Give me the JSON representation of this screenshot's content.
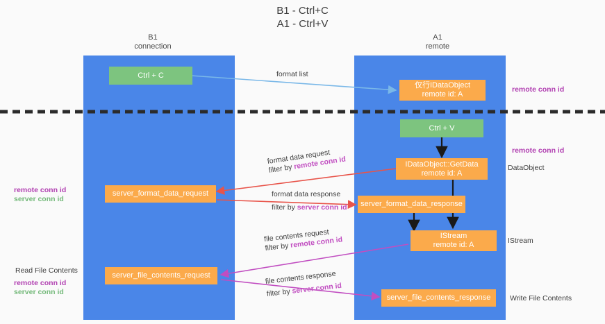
{
  "title": {
    "line1": "B1 - Ctrl+C",
    "line2": "A1 - Ctrl+V"
  },
  "columns": [
    {
      "name": "B1",
      "role": "connection"
    },
    {
      "name": "A1",
      "role": "remote"
    }
  ],
  "nodes": {
    "ctrl_c": {
      "label": "Ctrl + C"
    },
    "ctrl_v": {
      "label": "Ctrl + V"
    },
    "idataobject_top": {
      "line1": "仅行IDataObject",
      "line2": "remote id: A"
    },
    "getdata": {
      "line1": "IDataObject::GetData",
      "line2": "remote id: A"
    },
    "istream": {
      "line1": "IStream",
      "line2": "remote id: A"
    },
    "server_format_data_request": {
      "label": "server_format_data_request"
    },
    "server_format_data_response": {
      "label": "server_format_data_response"
    },
    "server_file_contents_request": {
      "label": "server_file_contents_request"
    },
    "server_file_contents_response": {
      "label": "server_file_contents_response"
    }
  },
  "edges": {
    "format_list": {
      "line1": "format list"
    },
    "format_data_request": {
      "line1": "format data request",
      "prefix": "filter by ",
      "highlight": "remote conn id"
    },
    "format_data_response": {
      "line1": "format data response",
      "prefix": "filter by ",
      "highlight": "server conn id"
    },
    "file_contents_request": {
      "line1": "file contents request",
      "prefix": "filter by ",
      "highlight": "remote conn id"
    },
    "file_contents_response": {
      "line1": "file contents response",
      "prefix": "filter by ",
      "highlight": "server conn id"
    }
  },
  "right_notes": {
    "remote_conn_id_top": "remote conn id",
    "remote_conn_id_mid": "remote conn id",
    "dataobject": "DataObject",
    "istream": "IStream",
    "write_file_contents": "Write File Contents"
  },
  "left_notes": {
    "mid_remote": "remote conn id",
    "mid_server": "server conn id",
    "read_file_contents": "Read File Contents",
    "bottom_remote": "remote conn id",
    "bottom_server": "server conn id"
  },
  "colors": {
    "lane": "#4a86e8",
    "green_node": "#7dc47f",
    "orange_node": "#fbaa4b",
    "remote_conn_id": "#b13fb1",
    "server_conn_id": "#74b97a",
    "arrow_red": "#e8544a",
    "arrow_magenta": "#c14ec1",
    "arrow_blue": "#7ab8e8",
    "arrow_black": "#1a1a1a",
    "divider": "#2b2b2b"
  }
}
